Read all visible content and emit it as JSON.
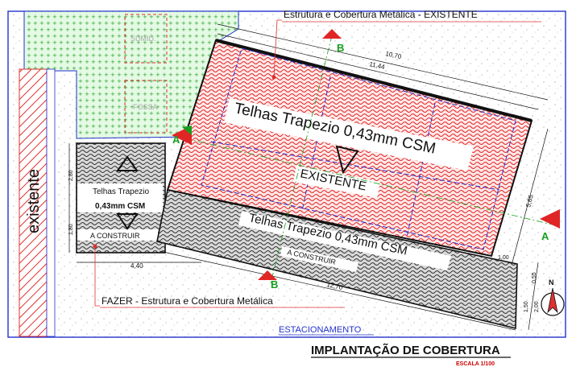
{
  "labels": {
    "existing_roof_title": "Estrutura e Cobertura Metálica - EXISTENTE",
    "new_roof_title": "FAZER - Estrutura e Cobertura Metálica",
    "roof_main": "Telhas Trapezio 0,43mm CSM",
    "roof_existing": "EXISTENTE",
    "roof_lower": "Telhas Trapezio 0,43mm CSM",
    "to_build": "A CONSTRUIR",
    "small_roof_line1": "Telhas Trapezio",
    "small_roof_line2": "0,43mm CSM",
    "small_to_build": "A CONSTRUIR",
    "existente_vertical": "existente",
    "sumid": "SUMID.",
    "fossa": "FOSSA",
    "parking": "ESTACIONAMENTO",
    "sheet_title": "IMPLANTAÇÃO DE COBERTURA",
    "sheet_scale": "ESCALA 1/100"
  },
  "section_marks": {
    "a": "A",
    "b": "B"
  },
  "dimensions": {
    "top_10_70": "10,70",
    "top_11_44": "11,44",
    "right_5_65": "5,65",
    "bottom_12_70": "12,70",
    "small_4_40": "4,40",
    "small_2_80": "2,80",
    "small_1_80": "1,80",
    "right_0_55": "0,55",
    "right_1_50": "1,50",
    "right_2_00": "2,00",
    "right_1_00": "1,00"
  },
  "colors": {
    "green_area": "#c9f2c9",
    "red_hatch": "#e03030",
    "dark_roof": "#555555",
    "blue_lines": "#2233cc",
    "section_green": "#14a01e",
    "title_red": "#cc0000"
  }
}
